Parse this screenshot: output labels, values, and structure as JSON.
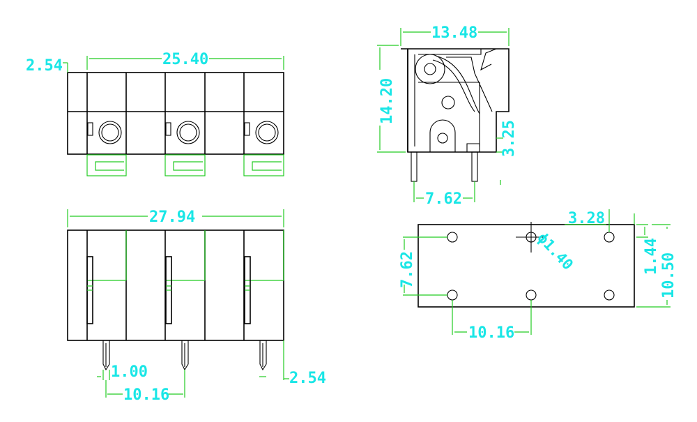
{
  "dimensions": {
    "top_left_pitch_offset": "2.54",
    "top_left_width": "25.40",
    "bottom_left_width": "27.94",
    "pin_width": "1.00",
    "pin_pitch_bottom": "10.16",
    "pin_end_offset": "2.54",
    "side_width": "13.48",
    "side_height": "14.20",
    "side_pin_offset": "3.25",
    "side_pin_spacing": "7.62",
    "hole_spacing_horizontal": "3.28",
    "hole_diameter": "ϕ1.40",
    "hole_row_spacing": "7.62",
    "hole_pitch": "10.16",
    "hole_edge_offset": "1.44",
    "footprint_height": "10.50"
  },
  "colors": {
    "outline": "#000000",
    "dimension_line": "#22cc22",
    "dimension_text": "#19e6e6"
  }
}
